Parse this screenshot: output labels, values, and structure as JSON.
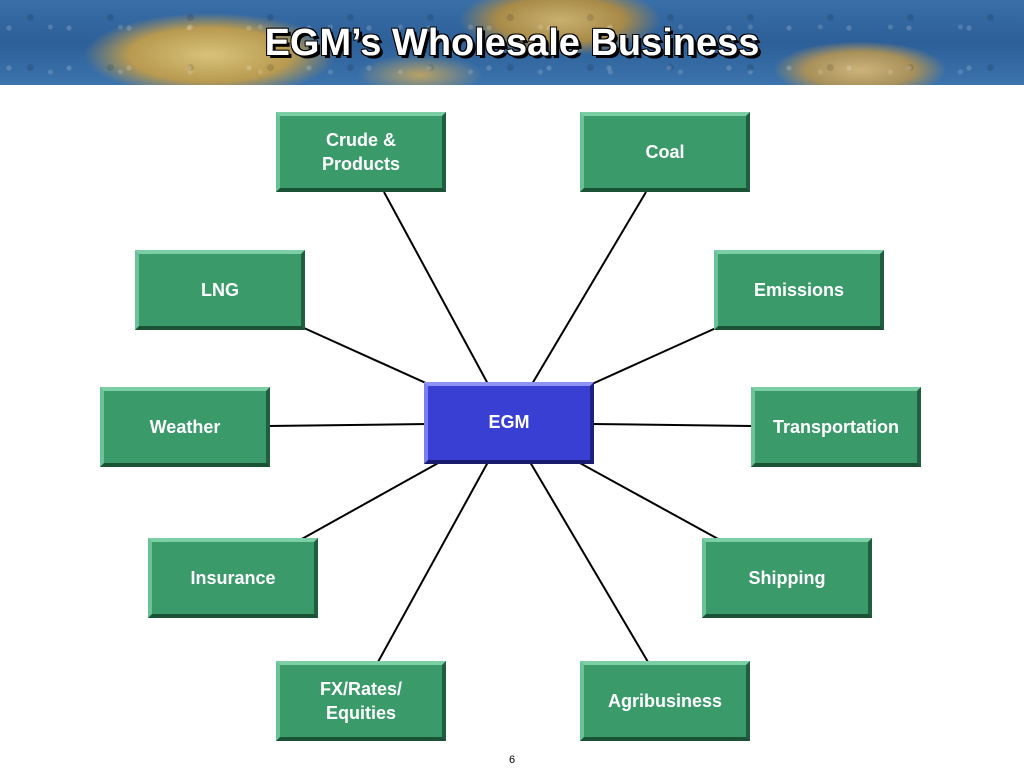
{
  "title": "EGM’s Wholesale Business",
  "center": {
    "label": "EGM"
  },
  "nodes": {
    "crude": "Crude &\nProducts",
    "coal": "Coal",
    "lng": "LNG",
    "emissions": "Emissions",
    "weather": "Weather",
    "transportation": "Transportation",
    "insurance": "Insurance",
    "shipping": "Shipping",
    "fx": "FX/Rates/\nEquities",
    "agribusiness": "Agribusiness"
  },
  "colors": {
    "node_fill": "#3a9a6a",
    "center_fill": "#3a3fd4",
    "title_text": "#ffffff"
  },
  "page_number": "6"
}
